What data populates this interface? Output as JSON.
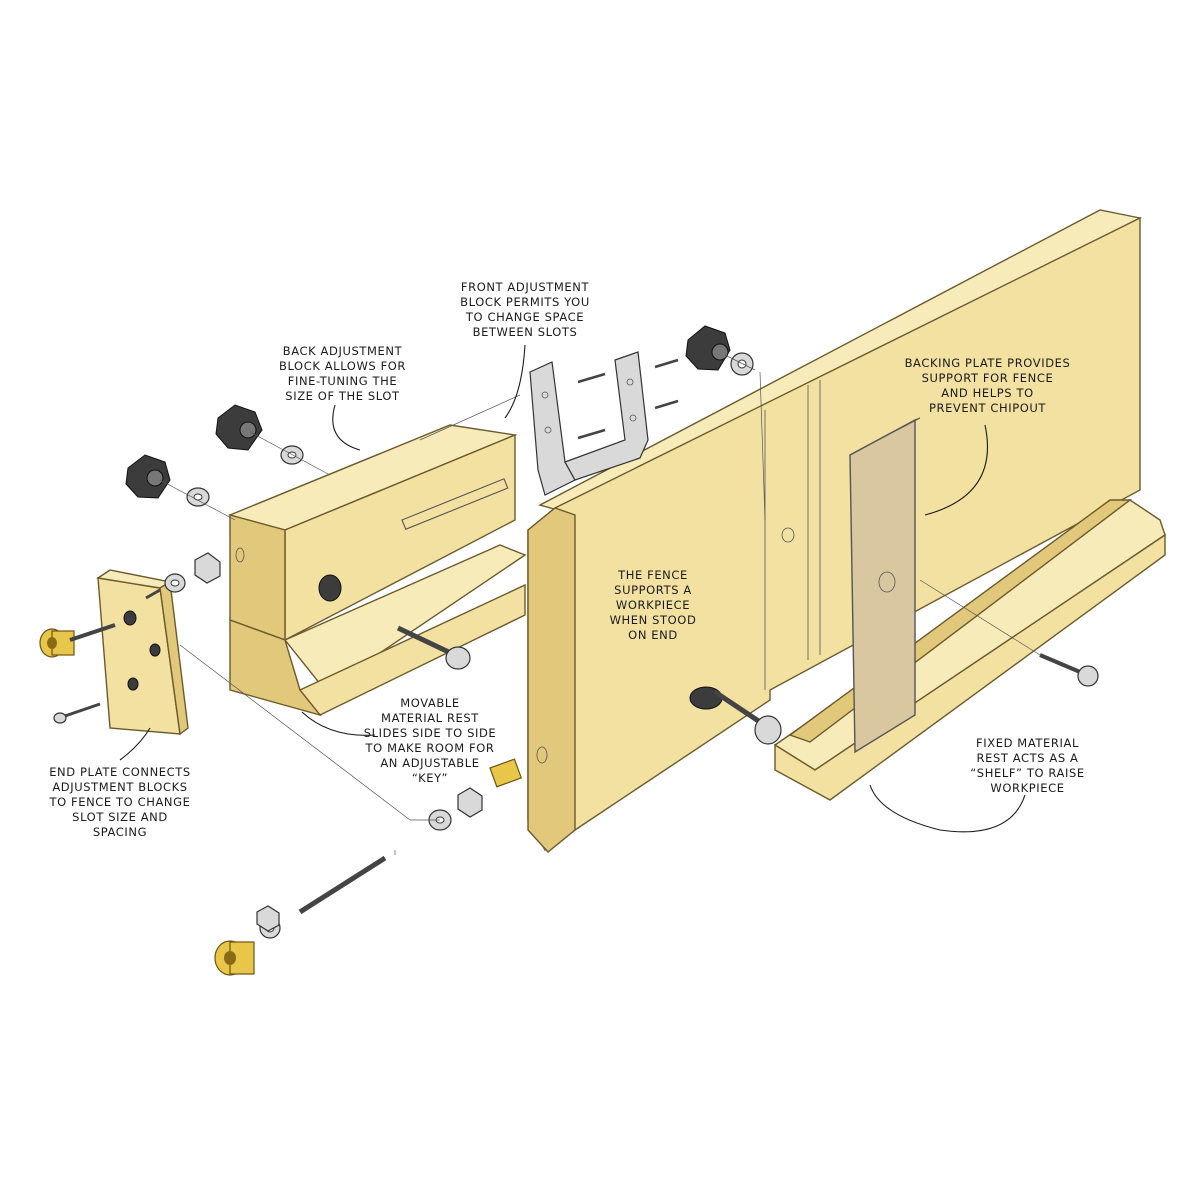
{
  "colors": {
    "wood_face": "#f3e1a2",
    "wood_top": "#f7ebb9",
    "wood_edge": "#e2c87a",
    "hardboard": "#d8c79f",
    "metal": "#d9d9d9",
    "brass": "#e8c64a",
    "knob": "#3c3c3c",
    "ink": "#1b1b1b"
  },
  "callouts": {
    "back_block": "BACK ADJUSTMENT\nBLOCK ALLOWS FOR\nFINE-TUNING THE\nSIZE OF THE SLOT",
    "front_block": "FRONT ADJUSTMENT\nBLOCK PERMITS YOU\nTO CHANGE SPACE\nBETWEEN SLOTS",
    "backing_plate": "BACKING PLATE PROVIDES\nSUPPORT FOR FENCE\nAND HELPS TO\nPREVENT CHIPOUT",
    "fence": "THE FENCE\nSUPPORTS A\nWORKPIECE\nWHEN STOOD\nON END",
    "movable_rest": "MOVABLE\nMATERIAL REST\nSLIDES SIDE TO SIDE\nTO MAKE ROOM FOR\nAN ADJUSTABLE\n“KEY”",
    "end_plate": "END PLATE CONNECTS\nADJUSTMENT BLOCKS\nTO FENCE TO CHANGE\nSLOT SIZE AND\nSPACING",
    "fixed_rest": "FIXED MATERIAL\nREST ACTS AS A\n“SHELF” TO RAISE\nWORKPIECE"
  }
}
